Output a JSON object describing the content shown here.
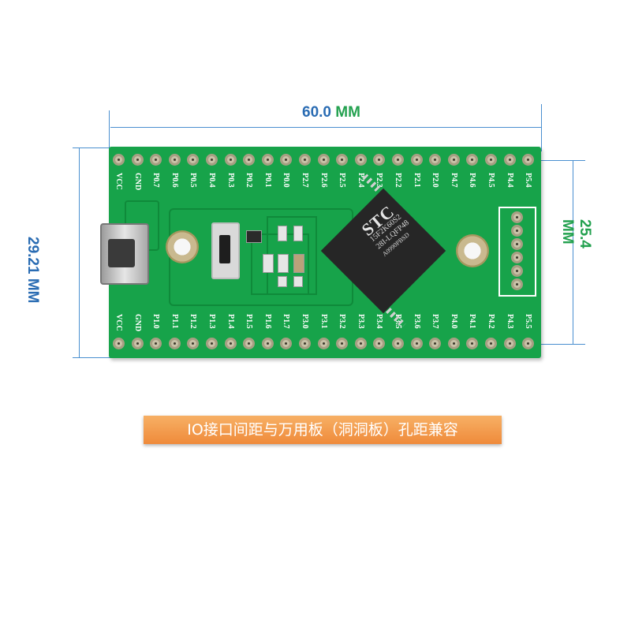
{
  "dimensions": {
    "width_value": "60.0",
    "width_unit": "MM",
    "height_left": "29.21 MM",
    "height_right": "25.4 MM"
  },
  "top_pins": [
    "VCC",
    "GND",
    "P0.7",
    "P0.6",
    "P0.5",
    "P0.4",
    "P0.3",
    "P0.2",
    "P0.1",
    "P0.0",
    "P2.7",
    "P2.6",
    "P2.5",
    "P2.4",
    "P2.3",
    "P2.2",
    "P2.1",
    "P2.0",
    "P4.7",
    "P4.6",
    "P4.5",
    "P4.4",
    "P5.4"
  ],
  "bottom_pins": [
    "VCC",
    "GND",
    "P1.0",
    "P1.1",
    "P1.2",
    "P1.3",
    "P1.4",
    "P1.5",
    "P1.6",
    "P1.7",
    "P3.0",
    "P3.1",
    "P3.2",
    "P3.3",
    "P3.4",
    "P3.5",
    "P3.6",
    "P3.7",
    "P4.0",
    "P4.1",
    "P4.2",
    "P4.3",
    "P5.5"
  ],
  "chip": {
    "brand": "STC",
    "line1": "15F2K60S2",
    "line2": "28I-LQFP48",
    "line3": "A0990PBSD"
  },
  "caption": "IO接口间距与万用板（洞洞板）孔距兼容",
  "colors": {
    "board": "#17a34a",
    "caption": "#ef8a3a",
    "dim_blue": "#2a6cb3",
    "dim_green": "#23a14f"
  }
}
